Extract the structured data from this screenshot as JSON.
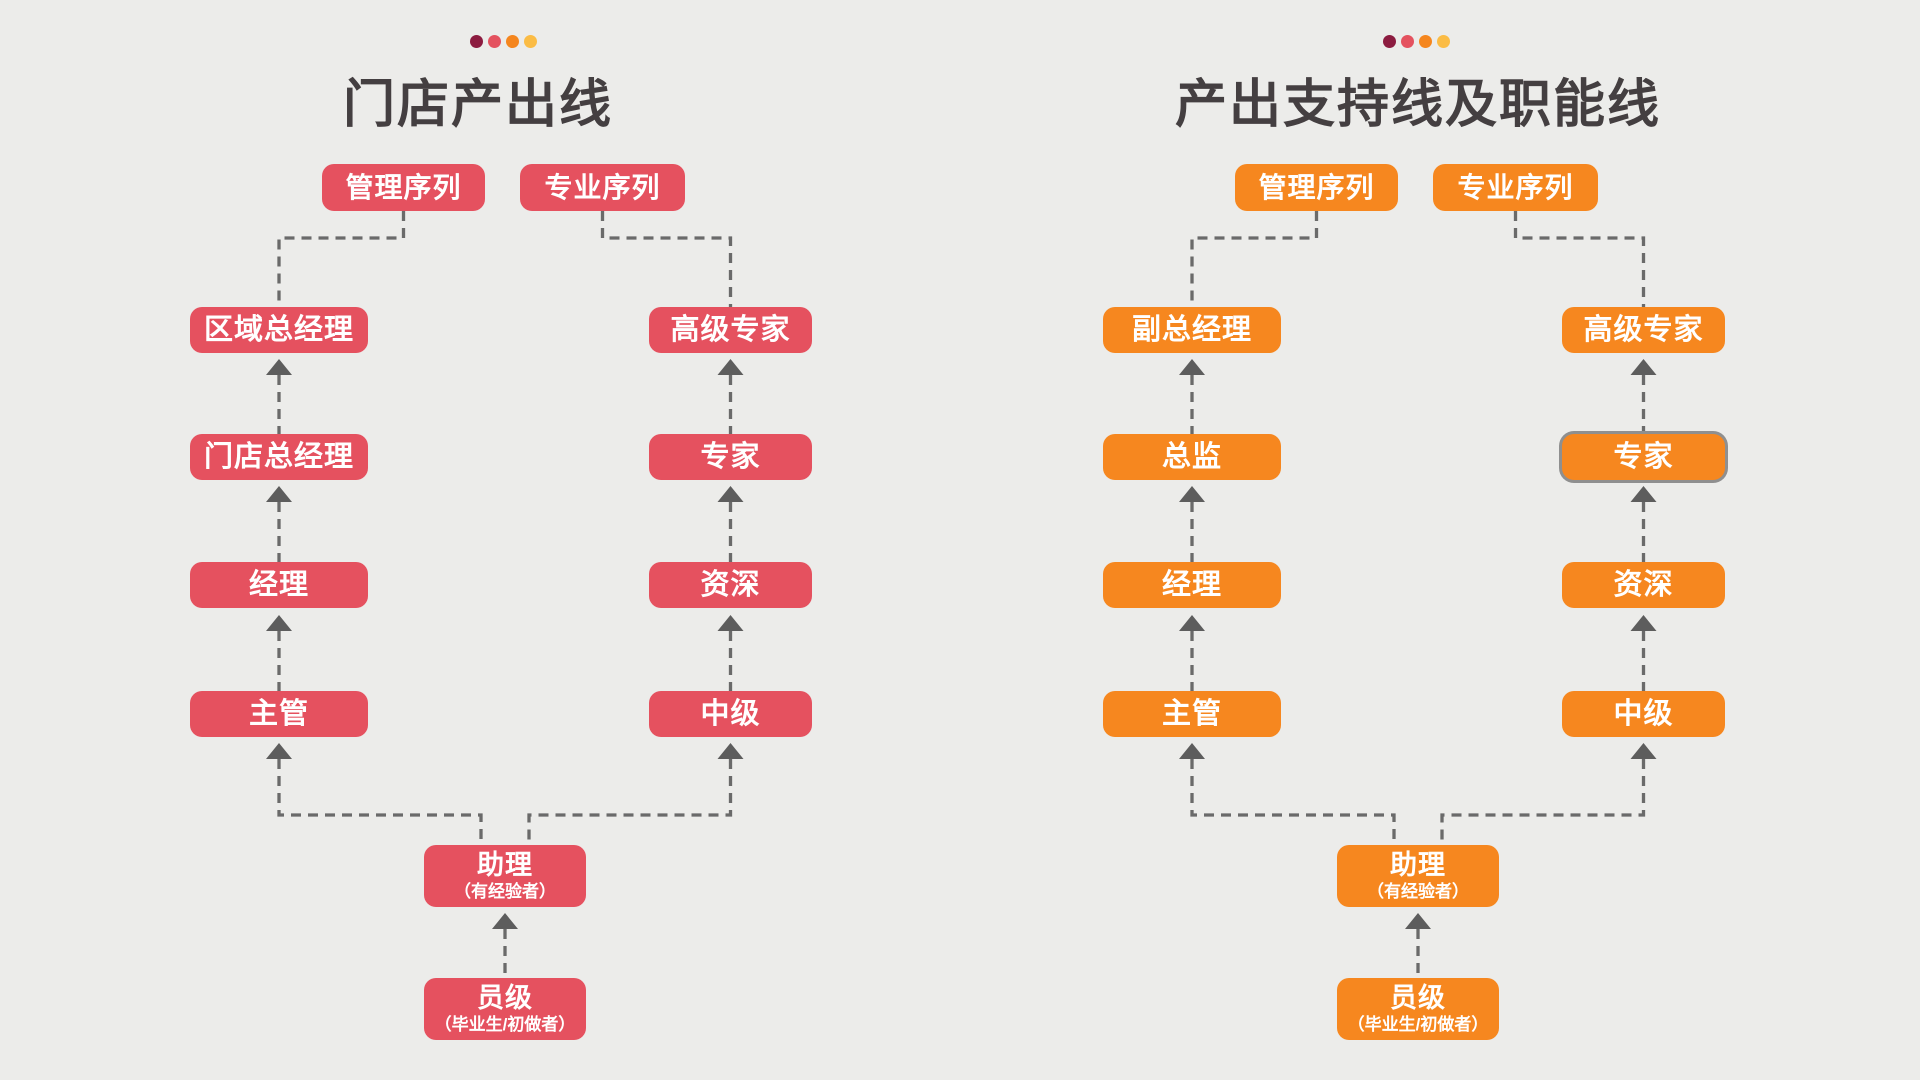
{
  "page": {
    "background_color": "#ECECEA",
    "connector_color": "#6A6A6A",
    "arrowhead_color": "#5D5D5D"
  },
  "dots": {
    "colors": [
      "#8C1C40",
      "#E4525F",
      "#F5861E",
      "#FBBC45"
    ]
  },
  "left_panel": {
    "title": "门店产出线",
    "accent_color": "#E5515F",
    "management_seq_label": "管理序列",
    "professional_seq_label": "专业序列",
    "management_ladder": {
      "l1": "区域总经理",
      "l2": "门店总经理",
      "l3": "经理",
      "l4": "主管"
    },
    "professional_ladder": {
      "l1": "高级专家",
      "l2": "专家",
      "l3": "资深",
      "l4": "中级"
    },
    "entry_ladder": {
      "assistant": {
        "label": "助理",
        "note": "（有经验者）"
      },
      "staff": {
        "label": "员级",
        "note": "（毕业生/初做者）"
      }
    }
  },
  "right_panel": {
    "title": "产出支持线及职能线",
    "accent_color": "#F6871F",
    "management_seq_label": "管理序列",
    "professional_seq_label": "专业序列",
    "management_ladder": {
      "l1": "副总经理",
      "l2": "总监",
      "l3": "经理",
      "l4": "主管"
    },
    "professional_ladder": {
      "l1": "高级专家",
      "l2": "专家",
      "l3": "资深",
      "l4": "中级"
    },
    "entry_ladder": {
      "assistant": {
        "label": "助理",
        "note": "（有经验者）"
      },
      "staff": {
        "label": "员级",
        "note": "（毕业生/初做者）"
      }
    }
  }
}
